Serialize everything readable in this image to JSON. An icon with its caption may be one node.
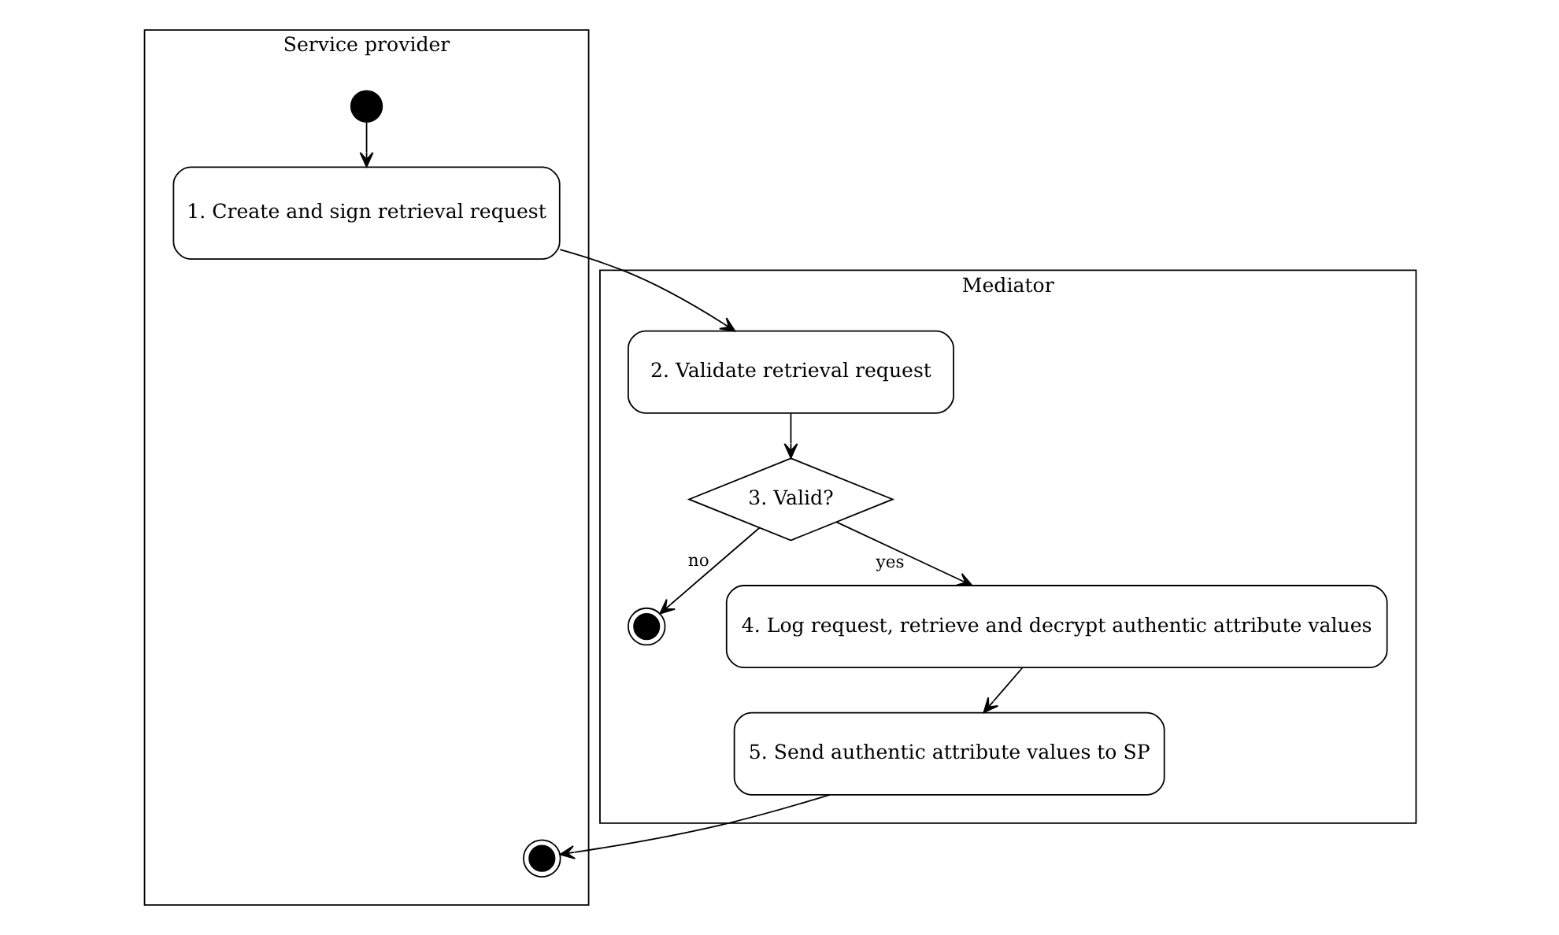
{
  "diagram": {
    "nodes": [
      {
        "text": [
          "Service provider"
        ]
      },
      {
        "text": [
          "Mediator"
        ]
      },
      {
        "text": [],
        "shape": "circle",
        "in": 0
      },
      {
        "text": [
          "1. Create and sign retrieval request"
        ],
        "in": 0
      },
      {
        "text": [
          "2. Validate retrieval request"
        ],
        "in": 1
      },
      {
        "text": [
          "3. Valid?"
        ],
        "in": 1
      },
      {
        "text": [],
        "shape": "circle",
        "in": 1
      },
      {
        "text": [
          "4. Log request, retrieve and decrypt authentic attribute values"
        ],
        "in": 1
      },
      {
        "text": [
          "5. Send authentic attribute values to SP"
        ],
        "in": 1
      },
      {
        "text": [],
        "shape": "circle",
        "in": 0
      }
    ],
    "edges": [
      {
        "from": 2,
        "to": 3,
        "arrow": "to"
      },
      {
        "from": 3,
        "to": 4,
        "arrow": "to"
      },
      {
        "from": 4,
        "to": 5,
        "arrow": "to"
      },
      {
        "from": 5,
        "to": 6,
        "arrow": "to",
        "label": "no"
      },
      {
        "from": 5,
        "to": 7,
        "arrow": "to",
        "label": "yes"
      },
      {
        "from": 7,
        "to": 8,
        "arrow": "to"
      },
      {
        "from": 8,
        "to": 9,
        "arrow": "to"
      }
    ]
  }
}
